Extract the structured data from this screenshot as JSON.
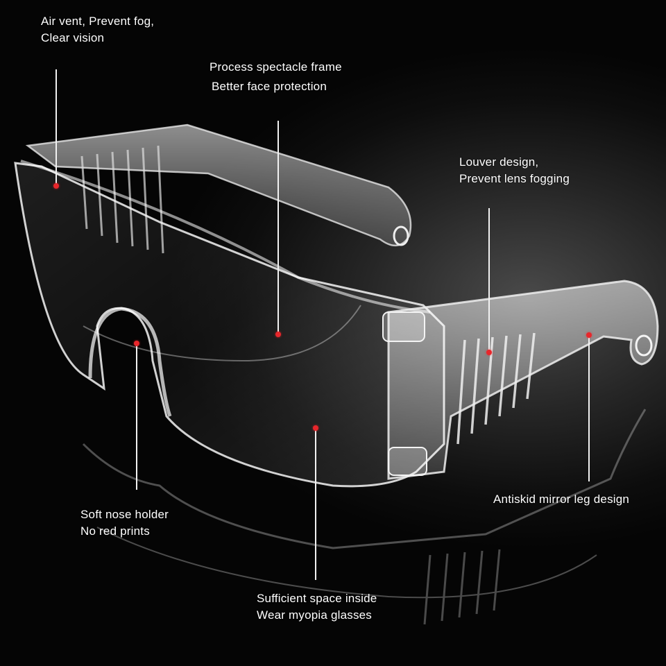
{
  "colors": {
    "background": "#050505",
    "text": "#ffffff",
    "leader_line": "#f2f2f2",
    "marker_dot": "#e8262b"
  },
  "callouts": {
    "air_vent": {
      "line1": "Air vent,  Prevent fog,",
      "line2": "Clear vision"
    },
    "frame": {
      "line1": "Process spectacle frame",
      "line2": "Better face protection"
    },
    "louver": {
      "line1": "Louver design,",
      "line2": "Prevent lens fogging"
    },
    "antiskid": {
      "line1": "Antiskid mirror leg design"
    },
    "nose": {
      "line1": "Soft nose holder",
      "line2": "No red prints"
    },
    "space": {
      "line1": "Sufficient space inside",
      "line2": "Wear myopia glasses"
    }
  }
}
